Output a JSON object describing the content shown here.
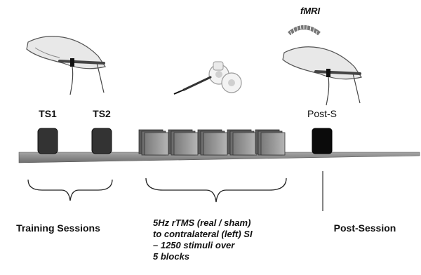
{
  "labels": {
    "ts1": "TS1",
    "ts2": "TS2",
    "post_s": "Post-S",
    "fmri": "fMRI",
    "training_sessions": "Training Sessions",
    "post_session": "Post-Session",
    "protocol_lines": [
      "5Hz rTMS (real / sham)",
      "to contralateral (left) SI",
      "– 1250 stimuli over",
      "5 blocks"
    ]
  },
  "colors": {
    "timeline": "#8a8a8a",
    "session_block": "#333333",
    "post_block": "#0b0b0b",
    "rtms_block": "#9a9a9a",
    "rtms_block_dark": "#5a5a5a",
    "brace": "#222222",
    "fmri_arc": "#777777"
  },
  "icons": [
    "hand-finger-stimulation-icon",
    "tms-coil-icon",
    "fmri-scanner-arc-icon"
  ]
}
